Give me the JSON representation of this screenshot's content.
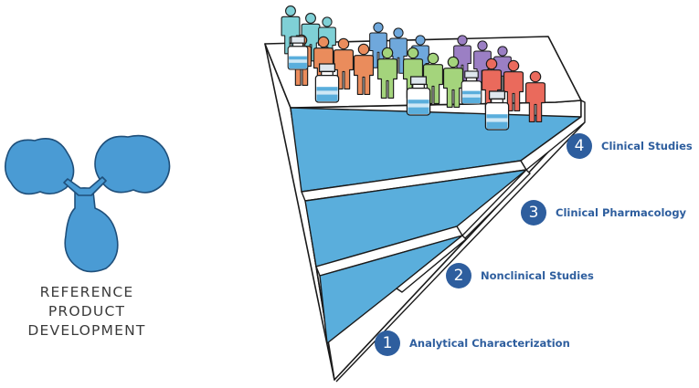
{
  "reference": {
    "line1": "REFERENCE",
    "line2": "PRODUCT",
    "line3": "DEVELOPMENT"
  },
  "stages": [
    {
      "number": "1",
      "label": "Analytical Characterization"
    },
    {
      "number": "2",
      "label": "Nonclinical Studies"
    },
    {
      "number": "3",
      "label": "Clinical Pharmacology"
    },
    {
      "number": "4",
      "label": "Clinical Studies"
    }
  ],
  "colors": {
    "fill_blue": "#5aaedc",
    "badge_blue": "#2e5e9e",
    "outline": "#1a1a1a",
    "antibody": "#4a9bd4",
    "people_teal": "#7fd0d6",
    "people_orange": "#ea8c5c",
    "people_blue": "#6fa8dc",
    "people_green": "#a4d47c",
    "people_purple": "#9b7fc4",
    "people_red": "#ea6a5c"
  },
  "icons": [
    "antibody-icon",
    "person-icon",
    "vial-icon"
  ]
}
